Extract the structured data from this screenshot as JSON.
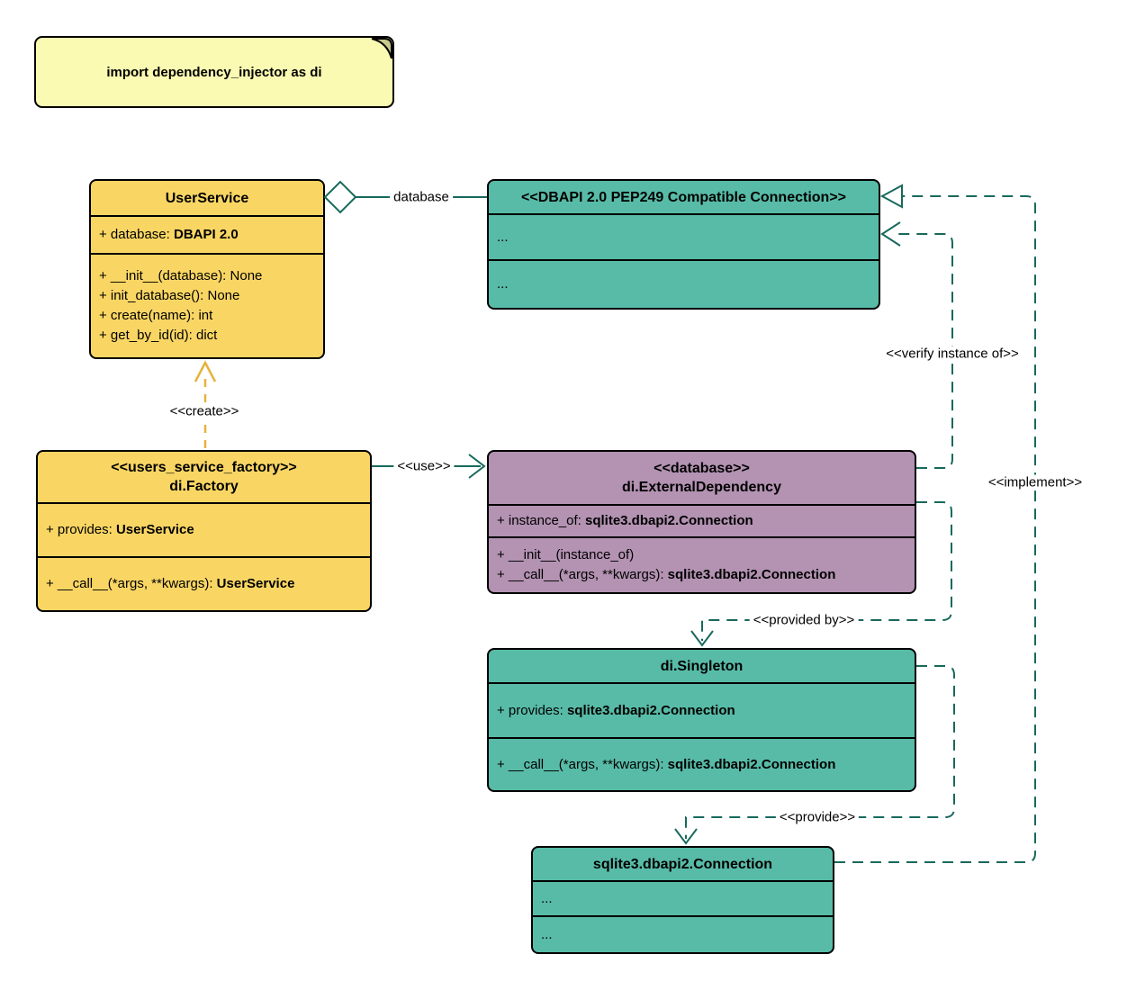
{
  "note": {
    "text": "import dependency_injector as di"
  },
  "colors": {
    "class_yellow": "#F9D664",
    "class_teal": "#58BBA7",
    "class_purple": "#B392B2",
    "note_yellow": "#FAFAB2",
    "note_fold": "#C9C98C",
    "edge_teal": "#17695C",
    "edge_gold": "#E6B33C"
  },
  "classes": {
    "user_service": {
      "name": "UserService",
      "attributes": [
        {
          "text": "+ database: ",
          "bold": "DBAPI 2.0"
        }
      ],
      "methods": [
        {
          "text": "+ __init__(database): None",
          "bold": ""
        },
        {
          "text": "+ init_database(): None",
          "bold": ""
        },
        {
          "text": "+ create(name): int",
          "bold": ""
        },
        {
          "text": "+ get_by_id(id): dict",
          "bold": ""
        }
      ]
    },
    "dbapi_connection": {
      "name": "<<DBAPI 2.0 PEP249 Compatible Connection>>",
      "rows": [
        "...",
        "..."
      ]
    },
    "factory": {
      "stereotype": "<<users_service_factory>>",
      "name": "di.Factory",
      "attributes": [
        {
          "text": "+ provides: ",
          "bold": "UserService"
        }
      ],
      "methods": [
        {
          "text": "+ __call__(*args, **kwargs): ",
          "bold": "UserService"
        }
      ]
    },
    "external_dependency": {
      "stereotype": "<<database>>",
      "name": "di.ExternalDependency",
      "attributes": [
        {
          "text": "+ instance_of: ",
          "bold": "sqlite3.dbapi2.Connection"
        }
      ],
      "methods": [
        {
          "text": "+ __init__(instance_of)",
          "bold": ""
        },
        {
          "text": "+ __call__(*args, **kwargs): ",
          "bold": "sqlite3.dbapi2.Connection"
        }
      ]
    },
    "singleton": {
      "name": "di.Singleton",
      "attributes": [
        {
          "text": "+ provides: ",
          "bold": "sqlite3.dbapi2.Connection"
        }
      ],
      "methods": [
        {
          "text": "+ __call__(*args, **kwargs): ",
          "bold": "sqlite3.dbapi2.Connection"
        }
      ]
    },
    "sqlite_connection": {
      "name": "sqlite3.dbapi2.Connection",
      "rows": [
        "...",
        "..."
      ]
    }
  },
  "edge_labels": {
    "database": "database",
    "create": "<<create>>",
    "use": "<<use>>",
    "verify_instance_of": "<<verify instance of>>",
    "implement": "<<implement>>",
    "provided_by": "<<provided by>>",
    "provide": "<<provide>>"
  }
}
